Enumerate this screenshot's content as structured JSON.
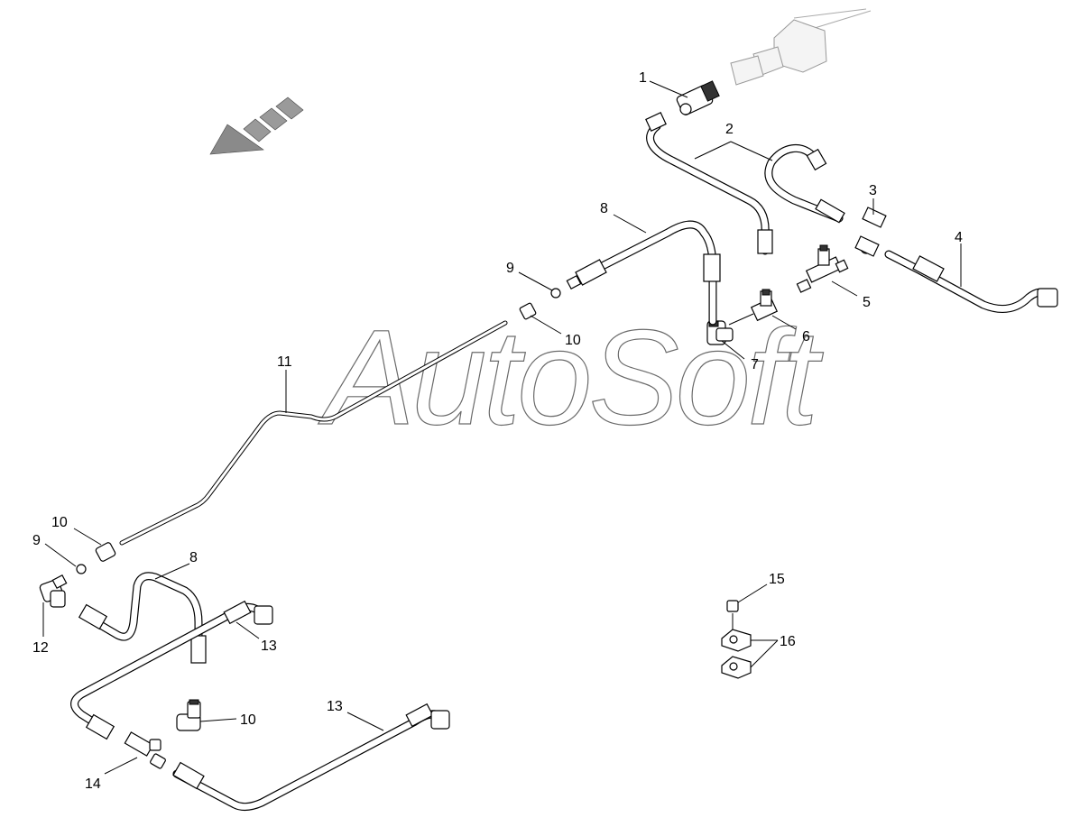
{
  "watermark": "AutoSoft",
  "callouts": [
    "1",
    "2",
    "3",
    "4",
    "5",
    "6",
    "7",
    "8",
    "9",
    "10",
    "11",
    "8",
    "9",
    "10",
    "12",
    "13",
    "10",
    "13",
    "14",
    "15",
    "16"
  ]
}
